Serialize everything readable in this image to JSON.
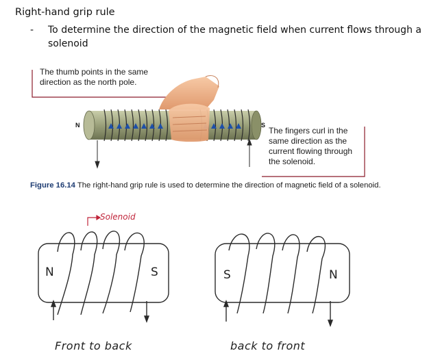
{
  "heading": "Right-hand grip rule",
  "bullet": {
    "dash": "-",
    "text": "To determine the direction of the magnetic field when current flows through a solenoid"
  },
  "figure": {
    "callout_thumb": "The thumb points in the same direction as the north pole.",
    "callout_fingers": "The fingers curl in the same direction as the current flowing through the solenoid.",
    "pole_north": "N",
    "pole_south": "S",
    "caption_label": "Figure 16.14",
    "caption_text": "The right-hand grip rule is used to determine the direction of magnetic field of a solenoid."
  },
  "sketch": {
    "solenoid_label": "Solenoid",
    "left": {
      "left_pole": "N",
      "right_pole": "S",
      "caption": "Front to back"
    },
    "right": {
      "left_pole": "S",
      "right_pole": "N",
      "caption": "back to front"
    }
  },
  "colors": {
    "callout_line": "#8b1a2a",
    "caption_label": "#1e3c72",
    "hand_skin": "#f2b48c",
    "solenoid_body": "#9aa07a",
    "coil_arrow": "#1d4fa8",
    "sketch_red": "#c0243a"
  }
}
